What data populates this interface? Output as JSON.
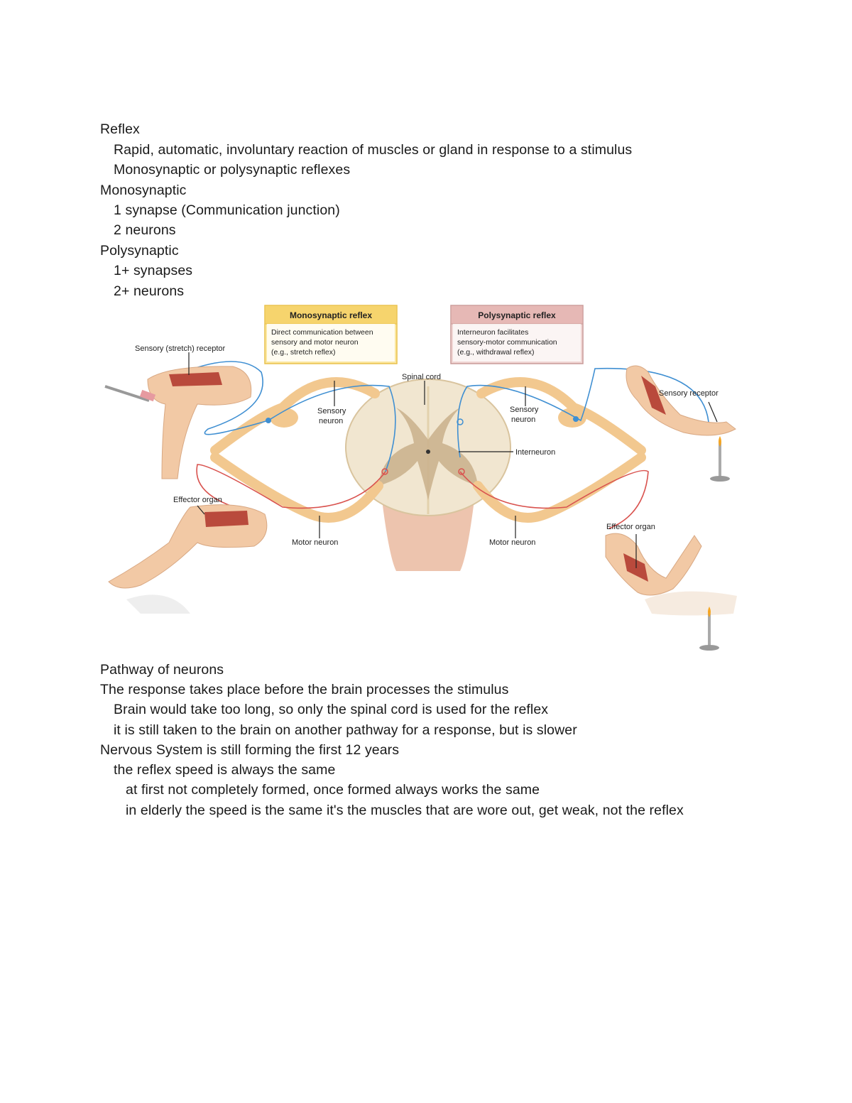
{
  "notes_top": [
    {
      "text": "Reflex",
      "level": 0
    },
    {
      "text": "Rapid, automatic, involuntary reaction of muscles or gland in response to a stimulus",
      "level": 1
    },
    {
      "text": "Monosynaptic or polysynaptic reflexes",
      "level": 1
    },
    {
      "text": "Monosynaptic",
      "level": 0
    },
    {
      "text": "1 synapse (Communication junction)",
      "level": 1
    },
    {
      "text": "2 neurons",
      "level": 1
    },
    {
      "text": "Polysynaptic",
      "level": 0
    },
    {
      "text": "1+ synapses",
      "level": 1
    },
    {
      "text": "2+ neurons",
      "level": 1
    }
  ],
  "figure": {
    "mono_box": {
      "title": "Monosynaptic reflex",
      "line1": "Direct communication between",
      "line2": "sensory and motor neuron",
      "line3": "(e.g., stretch reflex)"
    },
    "poly_box": {
      "title": "Polysynaptic reflex",
      "line1": "Interneuron facilitates",
      "line2": "sensory-motor communication",
      "line3": "(e.g., withdrawal reflex)"
    },
    "labels": {
      "stretch_receptor": "Sensory (stretch) receptor",
      "spinal_cord": "Spinal cord",
      "sensory_neuron_left_1": "Sensory",
      "sensory_neuron_left_2": "neuron",
      "sensory_neuron_right_1": "Sensory",
      "sensory_neuron_right_2": "neuron",
      "sensory_receptor": "Sensory receptor",
      "interneuron": "Interneuron",
      "effector_left": "Effector organ",
      "effector_right": "Effector organ",
      "motor_neuron_left": "Motor neuron",
      "motor_neuron_right": "Motor neuron"
    },
    "colors": {
      "mono_box_fill": "#fbe7a1",
      "mono_box_border": "#e8c04a",
      "poly_box_fill": "#f0d6d4",
      "poly_box_border": "#c99a98",
      "nerve": "#f2c88f",
      "sensory_fiber": "#3f8fd2",
      "motor_fiber": "#d9534f",
      "skin": "#f2c9a5",
      "gray_matter": "#cbb38e",
      "white_matter": "#f1e6d0"
    }
  },
  "notes_bottom": [
    {
      "text": "Pathway of neurons",
      "level": 0
    },
    {
      "text": "The response takes place before the brain processes the stimulus",
      "level": 0
    },
    {
      "text": "Brain would take too long, so only the spinal cord is used for the reflex",
      "level": 1
    },
    {
      "text": "it is still taken to the brain on another pathway for a response, but is slower",
      "level": 1
    },
    {
      "text": "Nervous System is still forming the first 12 years",
      "level": 0
    },
    {
      "text": "the reflex speed is always the same",
      "level": 1
    },
    {
      "text": "at first not completely formed, once formed always works the same",
      "level": 2
    },
    {
      "text": "in elderly the speed is the same it's the muscles that are wore out, get weak, not the reflex",
      "level": 2
    }
  ]
}
